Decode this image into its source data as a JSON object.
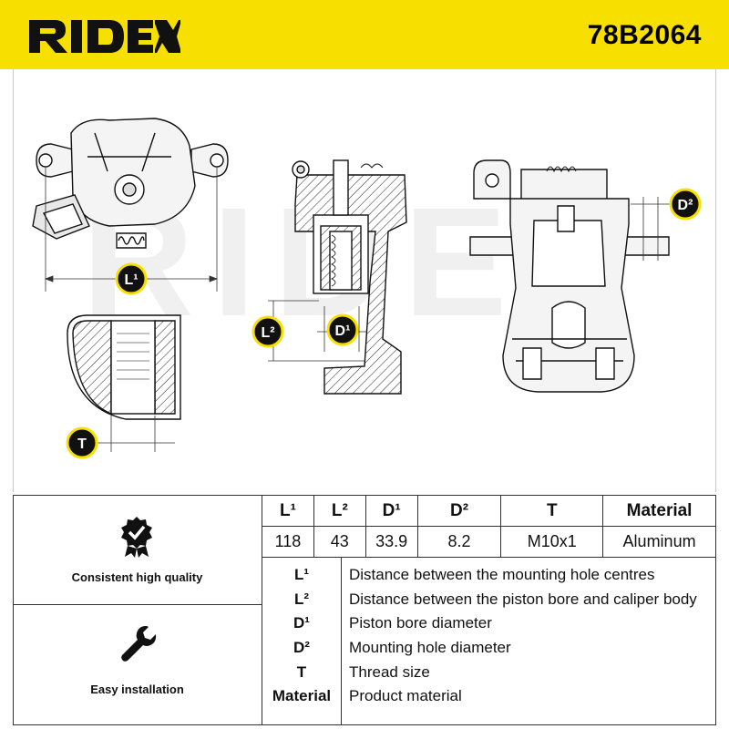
{
  "header": {
    "brand": "RIDEX",
    "part_number": "78B2064",
    "background_color": "#f7df00"
  },
  "diagram": {
    "watermark": "RIDEX",
    "labels": {
      "l1": "L¹",
      "l2": "L²",
      "d1": "D¹",
      "d2": "D²",
      "t": "T"
    },
    "label_badge_color": "#111111",
    "label_badge_ring_color": "#f7df00"
  },
  "features": [
    {
      "icon": "quality-badge-icon",
      "label": "Consistent high quality"
    },
    {
      "icon": "wrench-icon",
      "label": "Easy installation"
    }
  ],
  "specs": {
    "headers": [
      "L¹",
      "L²",
      "D¹",
      "D²",
      "T",
      "Material"
    ],
    "values": [
      "118",
      "43",
      "33.9",
      "8.2",
      "M10x1",
      "Aluminum"
    ]
  },
  "legend": [
    {
      "key": "L¹",
      "desc": "Distance between the mounting hole centres"
    },
    {
      "key": "L²",
      "desc": "Distance between the piston bore and caliper body"
    },
    {
      "key": "D¹",
      "desc": "Piston bore diameter"
    },
    {
      "key": "D²",
      "desc": "Mounting hole diameter"
    },
    {
      "key": "T",
      "desc": "Thread size"
    },
    {
      "key": "Material",
      "desc": "Product material"
    }
  ]
}
